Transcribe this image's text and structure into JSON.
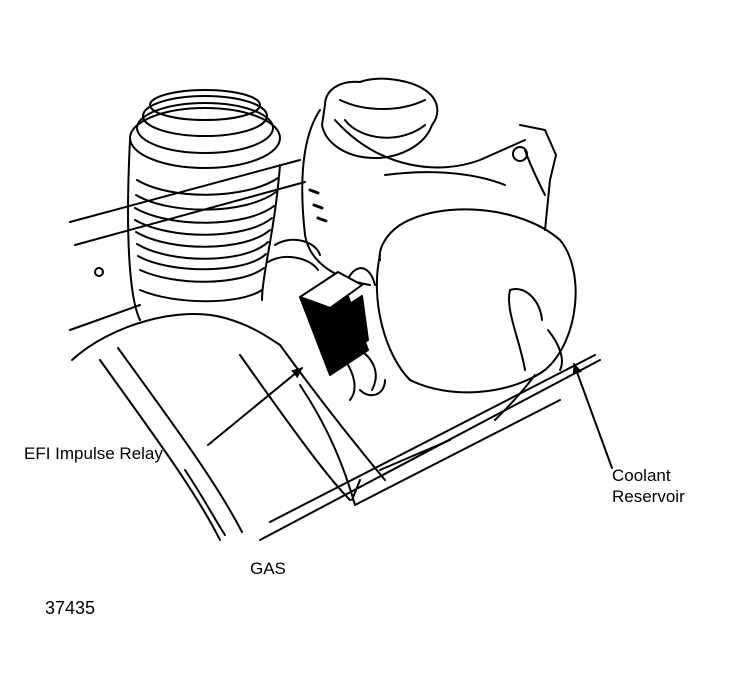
{
  "labels": {
    "efi_relay": "EFI Impulse Relay",
    "coolant_line1": "Coolant",
    "coolant_line2": "Reservoir",
    "gas": "GAS",
    "figure_number": "37435"
  },
  "colors": {
    "ink": "#000000",
    "background": "#ffffff"
  }
}
